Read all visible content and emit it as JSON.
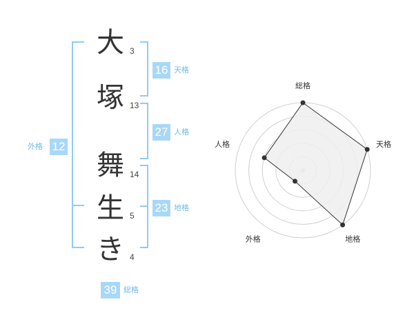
{
  "name": {
    "characters": [
      {
        "char": "大",
        "strokes": "3"
      },
      {
        "char": "塚",
        "strokes": "13"
      },
      {
        "char": "舞",
        "strokes": "14"
      },
      {
        "char": "生",
        "strokes": "5"
      },
      {
        "char": "き",
        "strokes": "4"
      }
    ]
  },
  "fortune": {
    "tenkaku": {
      "value": "16",
      "label": "天格"
    },
    "jinkaku": {
      "value": "27",
      "label": "人格"
    },
    "chikaku": {
      "value": "23",
      "label": "地格"
    },
    "gaikaku": {
      "value": "12",
      "label": "外格"
    },
    "soukaku": {
      "value": "39",
      "label": "総格"
    }
  },
  "colors": {
    "accent": "#a8d8f8",
    "bracket": "#8fcbf0",
    "label": "#6fbbe6",
    "radar_fill": "#efefef"
  },
  "chart_data": {
    "type": "radar",
    "axes": [
      "総格",
      "天格",
      "地格",
      "外格",
      "人格"
    ],
    "levels": 5,
    "values": [
      5,
      5,
      5,
      1,
      3
    ],
    "max": 5,
    "grid": true
  }
}
